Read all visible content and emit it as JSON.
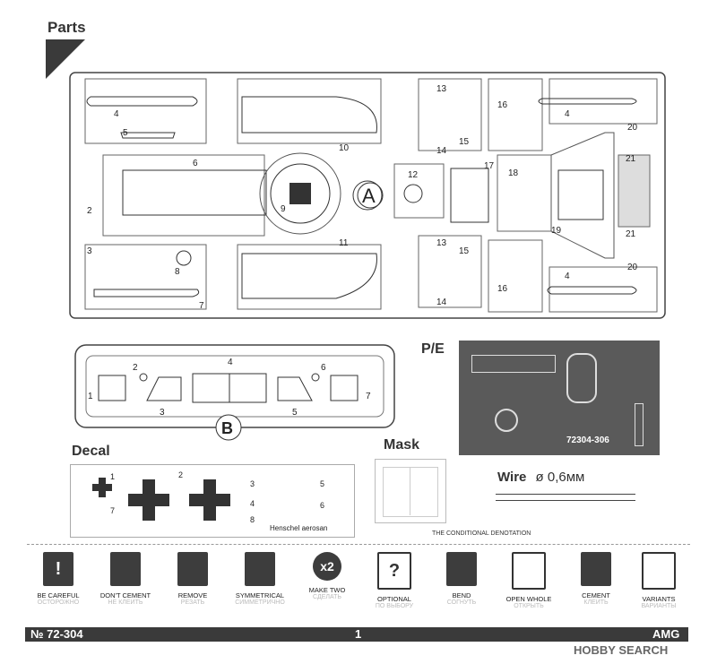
{
  "header": {
    "title": "Parts"
  },
  "sprue_a": {
    "letter": "A",
    "labels": [
      "4",
      "5",
      "6",
      "2",
      "3",
      "8",
      "7",
      "9",
      "10",
      "11",
      "12",
      "13",
      "14",
      "15",
      "16",
      "17",
      "18",
      "19",
      "20",
      "21"
    ]
  },
  "sprue_b": {
    "letter": "B",
    "labels": [
      "1",
      "2",
      "3",
      "4",
      "5",
      "6",
      "7"
    ]
  },
  "pe": {
    "title": "P/E",
    "code": "72304-306"
  },
  "decal": {
    "title": "Decal",
    "caption": "Henschel aerosan",
    "n1": "1",
    "n2": "2",
    "n3": "3",
    "n4": "4",
    "n5": "5",
    "n6": "6",
    "n7": "7",
    "n8": "8"
  },
  "mask": {
    "title": "Mask"
  },
  "wire": {
    "title": "Wire",
    "size": "ø 0,6мм"
  },
  "conditional": {
    "text": "THE CONDITIONAL DENOTATION"
  },
  "symbols": [
    {
      "icon": "!",
      "en": "BE CAREFUL",
      "ru": "ОСТОРОЖНО"
    },
    {
      "icon": "",
      "en": "DON'T CEMENT",
      "ru": "НЕ КЛЕИТЬ"
    },
    {
      "icon": "",
      "en": "REMOVE",
      "ru": "РЕЗАТЬ"
    },
    {
      "icon": "",
      "en": "SYMMETRICAL",
      "ru": "СИММЕТРИЧНО"
    },
    {
      "icon": "x2",
      "en": "MAKE TWO",
      "ru": "СДЕЛАТЬ"
    },
    {
      "icon": "?",
      "en": "OPTIONAL",
      "ru": "ПО ВЫБОРУ"
    },
    {
      "icon": "",
      "en": "BEND",
      "ru": "СОГНУТЬ"
    },
    {
      "icon": "",
      "en": "OPEN WHOLE",
      "ru": "ОТКРЫТЬ"
    },
    {
      "icon": "",
      "en": "CEMENT",
      "ru": "КЛЕИТЬ"
    },
    {
      "icon": "",
      "en": "VARIANTS",
      "ru": "ВАРИАНТЫ"
    }
  ],
  "footer": {
    "number": "№ 72-304",
    "page": "1",
    "brand": "AMG"
  },
  "watermark": {
    "text": "HOBBY SEARCH"
  }
}
